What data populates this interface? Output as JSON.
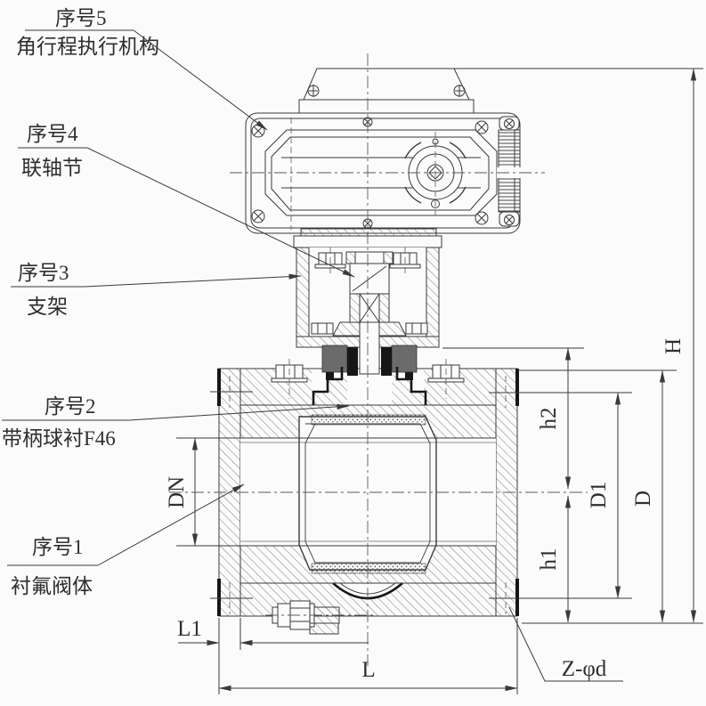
{
  "drawing": {
    "type": "engineering-section-drawing",
    "subject": "electric actuated fluorine-lined ball valve",
    "background": "#fbfbfb",
    "line_color": "#3a3a3a",
    "part_labels": [
      {
        "no": "序号5",
        "name": "角行程执行机构"
      },
      {
        "no": "序号4",
        "name": "联轴节"
      },
      {
        "no": "序号3",
        "name": "支架"
      },
      {
        "no": "序号2",
        "name": "带柄球衬F46"
      },
      {
        "no": "序号1",
        "name": "衬氟阀体"
      }
    ],
    "dimensions": {
      "H": "H",
      "D": "D",
      "D1": "D1",
      "h1": "h1",
      "h2": "h2",
      "DN": "DN",
      "L": "L",
      "L1": "L1",
      "Z_phi_d": "Z-φd"
    }
  }
}
